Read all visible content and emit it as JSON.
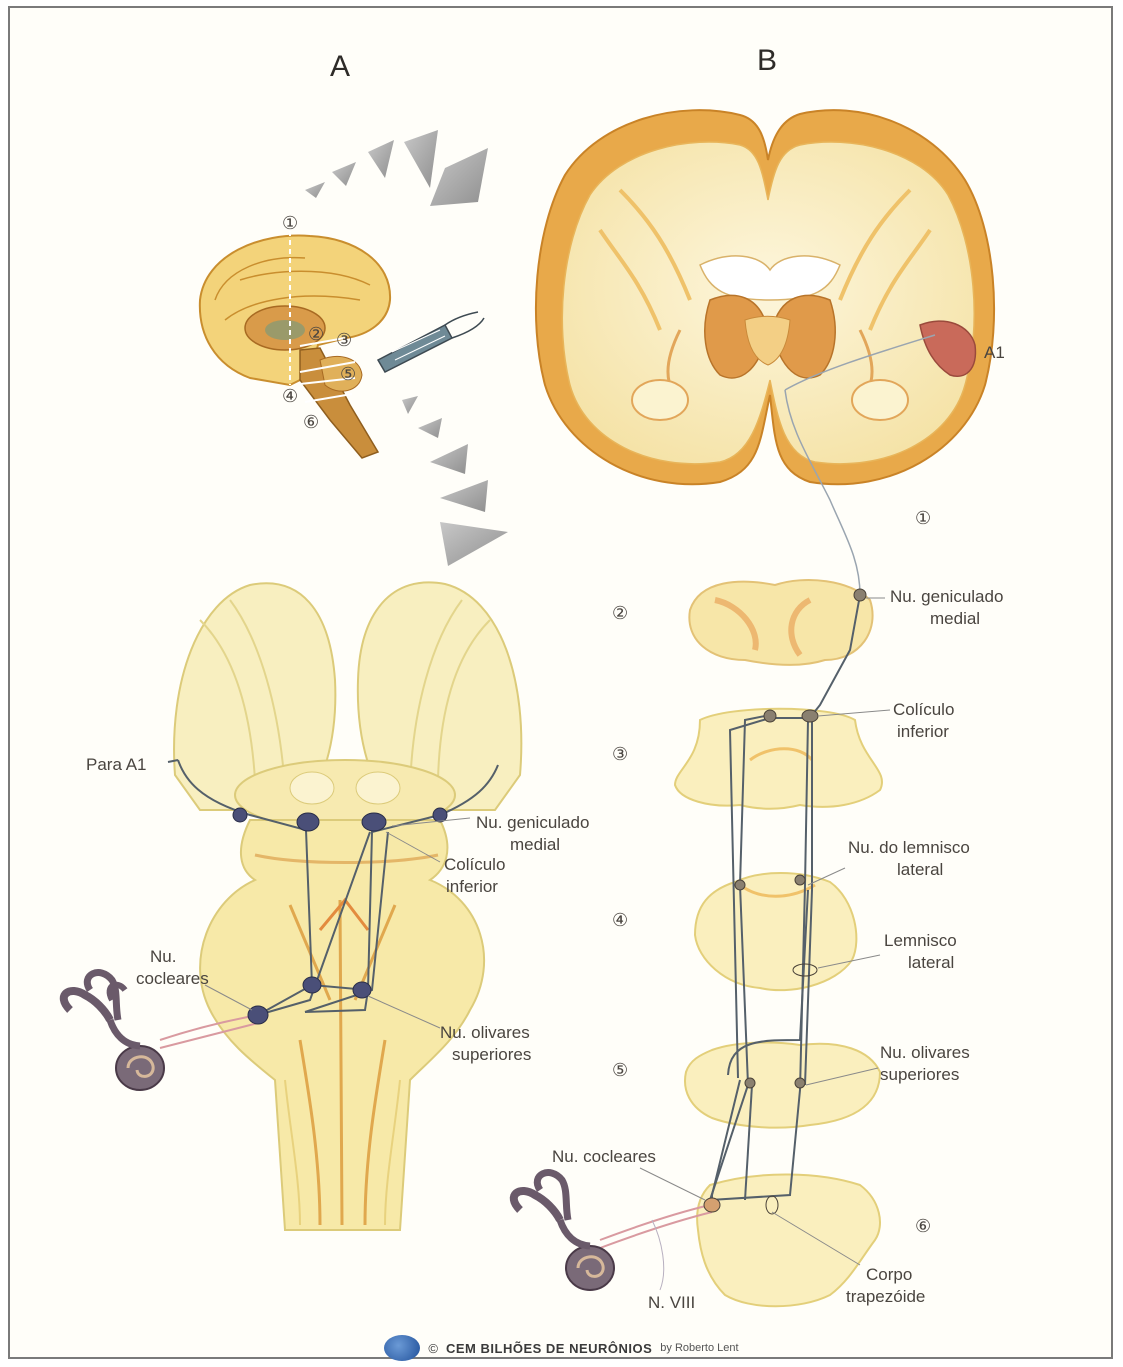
{
  "panels": {
    "a": "A",
    "b": "B"
  },
  "panel_a": {
    "sagittal_markers": [
      "①",
      "②",
      "③",
      "④",
      "⑤",
      "⑥"
    ],
    "labels": {
      "para_a1": "Para A1",
      "geniculado_1": "Nu. geniculado",
      "geniculado_2": "medial",
      "coliculo_1": "Colículo",
      "coliculo_2": "inferior",
      "cocleares_1": "Nu.",
      "cocleares_2": "cocleares",
      "olivares_1": "Nu. olivares",
      "olivares_2": "superiores"
    }
  },
  "panel_b": {
    "a1": "A1",
    "section_numbers": [
      "①",
      "②",
      "③",
      "④",
      "⑤",
      "⑥"
    ],
    "labels": {
      "geniculado_1": "Nu. geniculado",
      "geniculado_2": "medial",
      "coliculo_1": "Colículo",
      "coliculo_2": "inferior",
      "lemnisco_nu_1": "Nu. do lemnisco",
      "lemnisco_nu_2": "lateral",
      "lemnisco_1": "Lemnisco",
      "lemnisco_2": "lateral",
      "olivares_1": "Nu. olivares",
      "olivares_2": "superiores",
      "cocleares": "Nu. cocleares",
      "nviii": "N. VIII",
      "corpo_1": "Corpo",
      "corpo_2": "trapezóide"
    }
  },
  "footer": {
    "copyright": "©",
    "title": "CEM BILHÕES DE NEURÔNIOS",
    "author": "by Roberto Lent"
  },
  "colors": {
    "tissue_light": "#fbf1c6",
    "tissue_cortex": "#e8a94a",
    "tissue_orange": "#d98a3a",
    "auditory_a1": "#c96a5a",
    "nucleus": "#4a4f78",
    "pathway": "#55606a",
    "arrow_grey": "#9a9a9a"
  }
}
